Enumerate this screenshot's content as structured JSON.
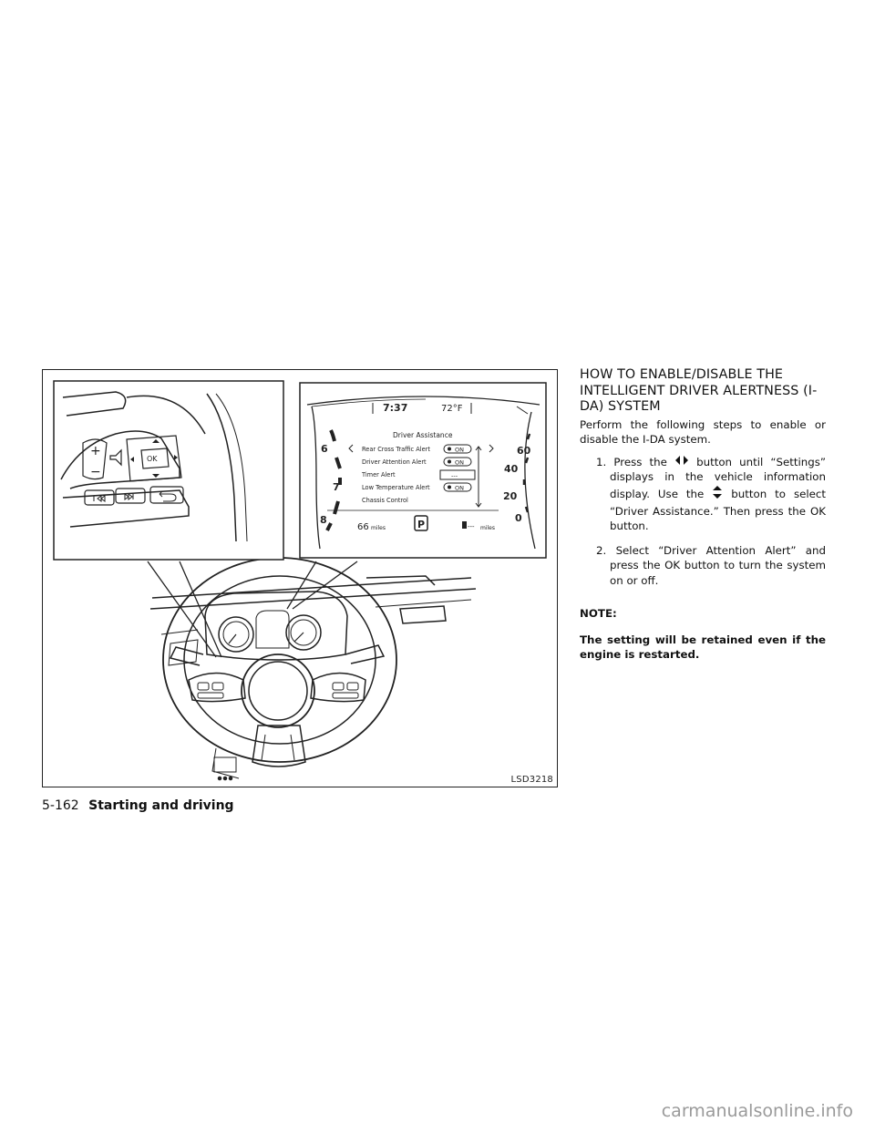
{
  "figure": {
    "code": "LSD3218",
    "display": {
      "time": "7:37",
      "temp": "72°F",
      "title": "Driver Assistance",
      "menu": [
        {
          "label": "Rear Cross Traffic Alert",
          "state": "ON"
        },
        {
          "label": "Driver Attention Alert",
          "state": "ON"
        },
        {
          "label": "Timer Alert",
          "state": "---"
        },
        {
          "label": "Low Temperature Alert",
          "state": "ON"
        },
        {
          "label": "Chassis Control",
          "state": ""
        }
      ],
      "range_value": "66",
      "range_unit": "miles",
      "fuel_range": "---",
      "fuel_unit": "miles",
      "gear": "P",
      "tach_left": [
        "6",
        "7",
        "8"
      ],
      "speed_right": [
        "60",
        "40",
        "20",
        "0"
      ]
    },
    "wheel": {
      "ok_label": "OK",
      "plus_label": "+",
      "minus_label": "−"
    }
  },
  "section": {
    "heading": "HOW TO ENABLE/DISABLE THE INTELLIGENT DRIVER ALERTNESS (I-DA) SYSTEM",
    "intro": "Perform the following steps to enable or disable the I-DA system.",
    "steps": [
      {
        "num": "1.",
        "before_icon1": "Press the",
        "after_icon1": "button until “Settings” displays in the vehicle information display. Use the",
        "after_icon2": "button to select “Driver Assistance.” Then press the OK button."
      },
      {
        "num": "2.",
        "text": "Select “Driver Attention Alert” and press the OK button to turn the system on or off."
      }
    ],
    "note_label": "NOTE:",
    "note_text": "The setting will be retained even if the engine is restarted."
  },
  "footer": {
    "page": "5-162",
    "chapter": "Starting and driving"
  },
  "watermark": "carmanualsonline.info"
}
